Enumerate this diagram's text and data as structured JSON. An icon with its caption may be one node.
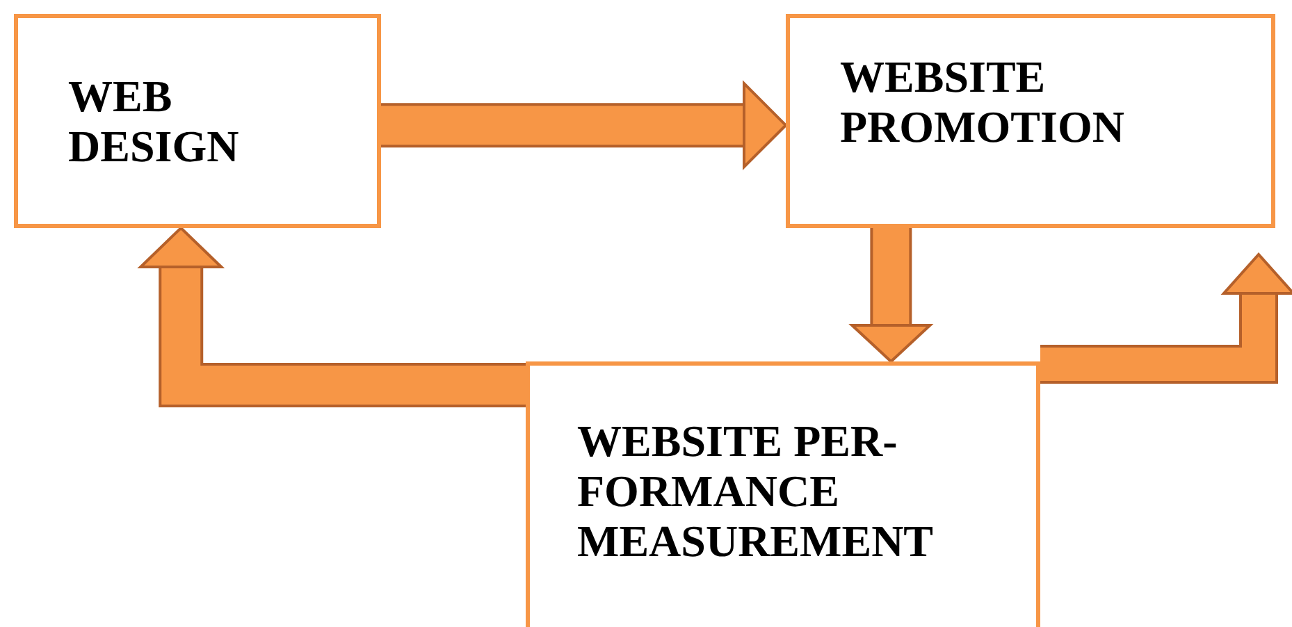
{
  "diagram": {
    "nodes": [
      {
        "text": [
          "WEB DESIGN"
        ]
      },
      {
        "text": [
          "WEBSITE PROMOTION"
        ]
      },
      {
        "text": [
          "WEBSITE PER- FORMANCE MEASUREMENT"
        ]
      }
    ],
    "edges": [
      {
        "from": 0,
        "to": 1,
        "arrow": "to"
      },
      {
        "from": 1,
        "to": 2,
        "arrow": "to"
      },
      {
        "from": 2,
        "to": 0,
        "arrow": "to"
      },
      {
        "from": 2,
        "to": null,
        "arrow": "to"
      }
    ]
  }
}
